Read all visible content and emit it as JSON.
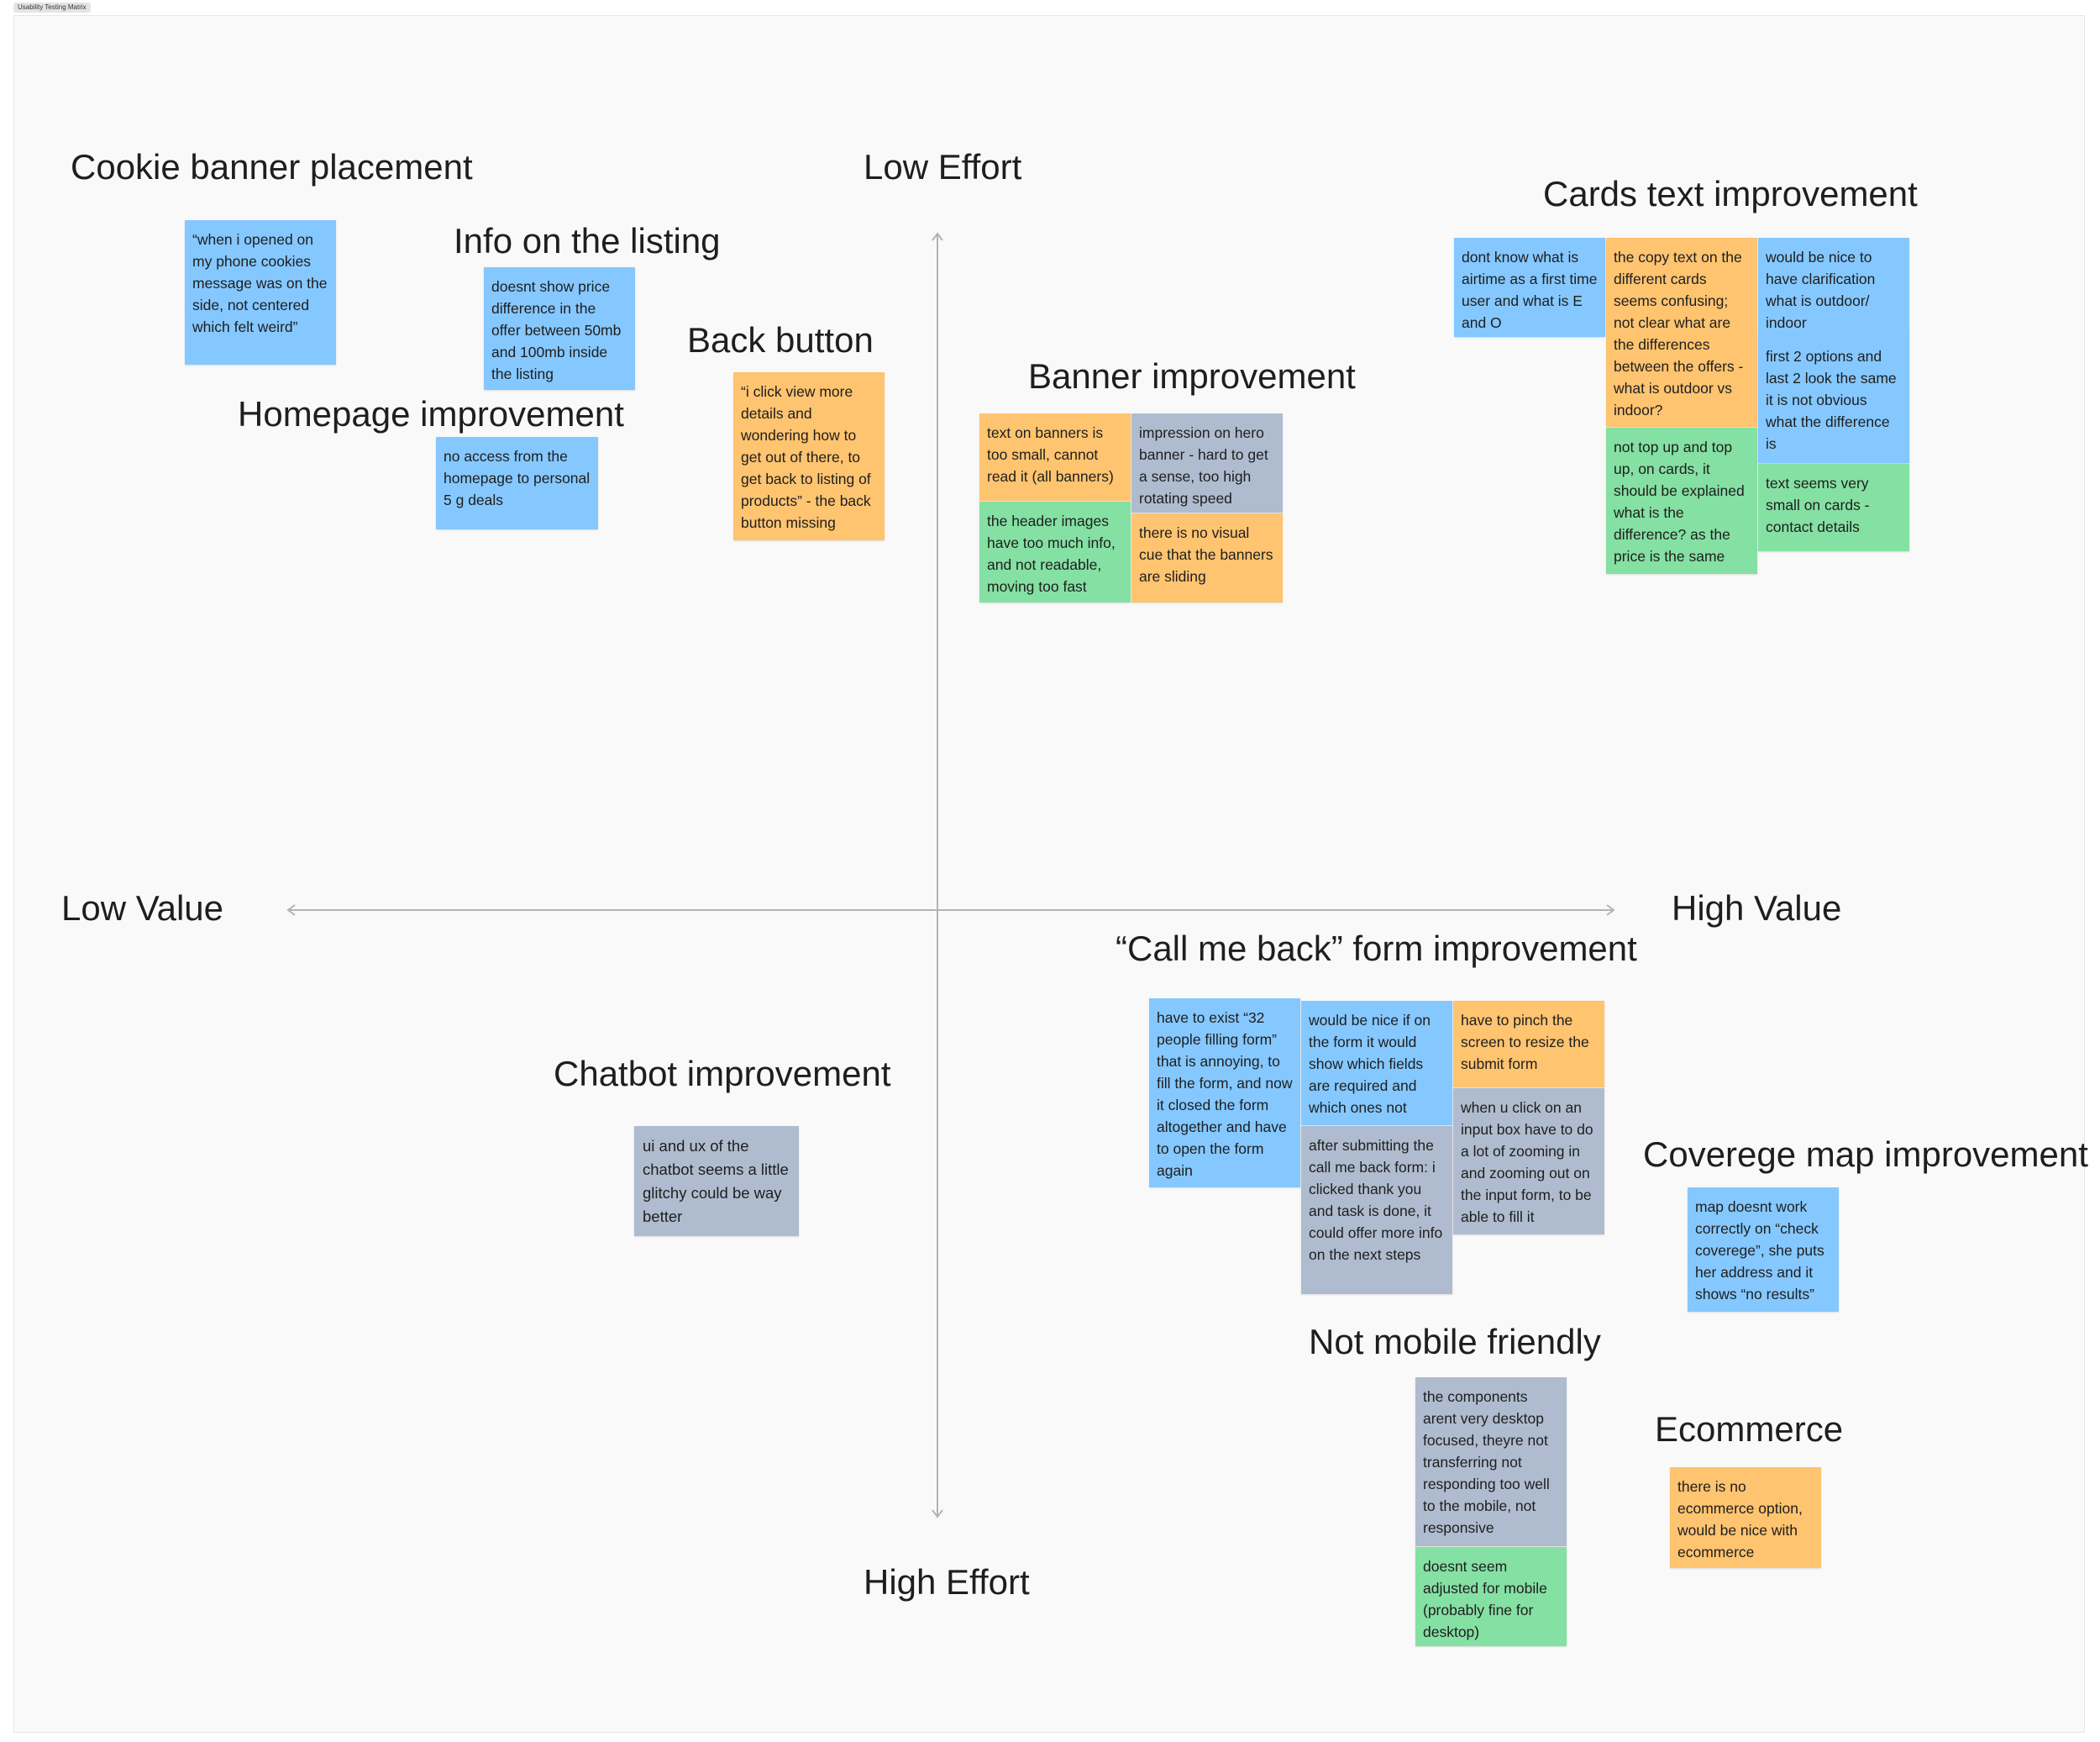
{
  "frame": {
    "title": "Usability Testing Matrix"
  },
  "axes": {
    "top": "Low Effort",
    "bottom": "High Effort",
    "left": "Low Value",
    "right": "High Value"
  },
  "colors": {
    "blue": "#85c8ff",
    "orange": "#ffc470",
    "green": "#85e0a3",
    "gray": "#afbccf",
    "axis": "#b3b3b3"
  },
  "labels": {
    "cookie": "Cookie banner placement",
    "listing": "Info on the listing",
    "back": "Back button",
    "homepage": "Homepage improvement",
    "banner": "Banner improvement",
    "cards": "Cards text improvement",
    "callback": "“Call me back” form improvement",
    "chatbot": "Chatbot improvement",
    "coverage": "Coverege map improvement",
    "mobile": "Not mobile friendly",
    "ecommerce": "Ecommerce"
  },
  "notes": {
    "cookie1": "“when i opened on my phone cookies message was on the side, not centered which felt weird”",
    "listing1": "doesnt show price difference in the offer between 50mb and 100mb inside the listing",
    "homepage1": "no access from the homepage to personal 5 g deals",
    "back1": "“i click view more details and wondering how to get out of there, to get back to listing of products” - the back button missing",
    "banner1": "text on banners is too small, cannot read it (all banners)",
    "banner2": "impression on hero banner - hard to get a sense, too high rotating speed",
    "banner3": "the header images have too much info, and not readable, moving too fast",
    "banner4": "there is no visual cue that the banners are sliding",
    "cards1": "dont know what is airtime as a first time user and what is E and O",
    "cards2": "the copy text on the different cards seems confusing; not clear what are the differences between the offers - what is outdoor vs indoor?",
    "cards3": "would be nice to have clarification what is  outdoor/ indoor",
    "cards4": "first 2 options and last 2 look the same it is not obvious what the difference is",
    "cards5": "not top up and top up, on cards, it should be explained what is the difference? as the price is the same",
    "cards6": "text seems very small on cards - contact details",
    "callback1": "have to exist “32 people filling form” that is annoying, to fill the form, and now it closed the form altogether and have to open the form again",
    "callback2": "would be nice if on the form it would show which fields are required and which ones not",
    "callback3": "have to pinch the screen to resize the submit form",
    "callback4": "when u click on an input box have to do a lot of zooming in and zooming out on the input form, to be able to fill it",
    "callback5": "after submitting the call me back form: i clicked thank you and task is done, it could offer more info on the next steps",
    "chatbot1": "ui and ux of the chatbot seems a little glitchy could be way better",
    "coverage1": "map doesnt work correctly on “check coverege”, she puts her address and it shows “no results”",
    "mobile1": "the components arent very desktop focused, theyre not transferring not responding too well to the mobile, not responsive",
    "mobile2": "doesnt seem adjusted for mobile (probably fine for desktop)",
    "ecommerce1": "there is no ecommerce option, would be nice with ecommerce"
  }
}
